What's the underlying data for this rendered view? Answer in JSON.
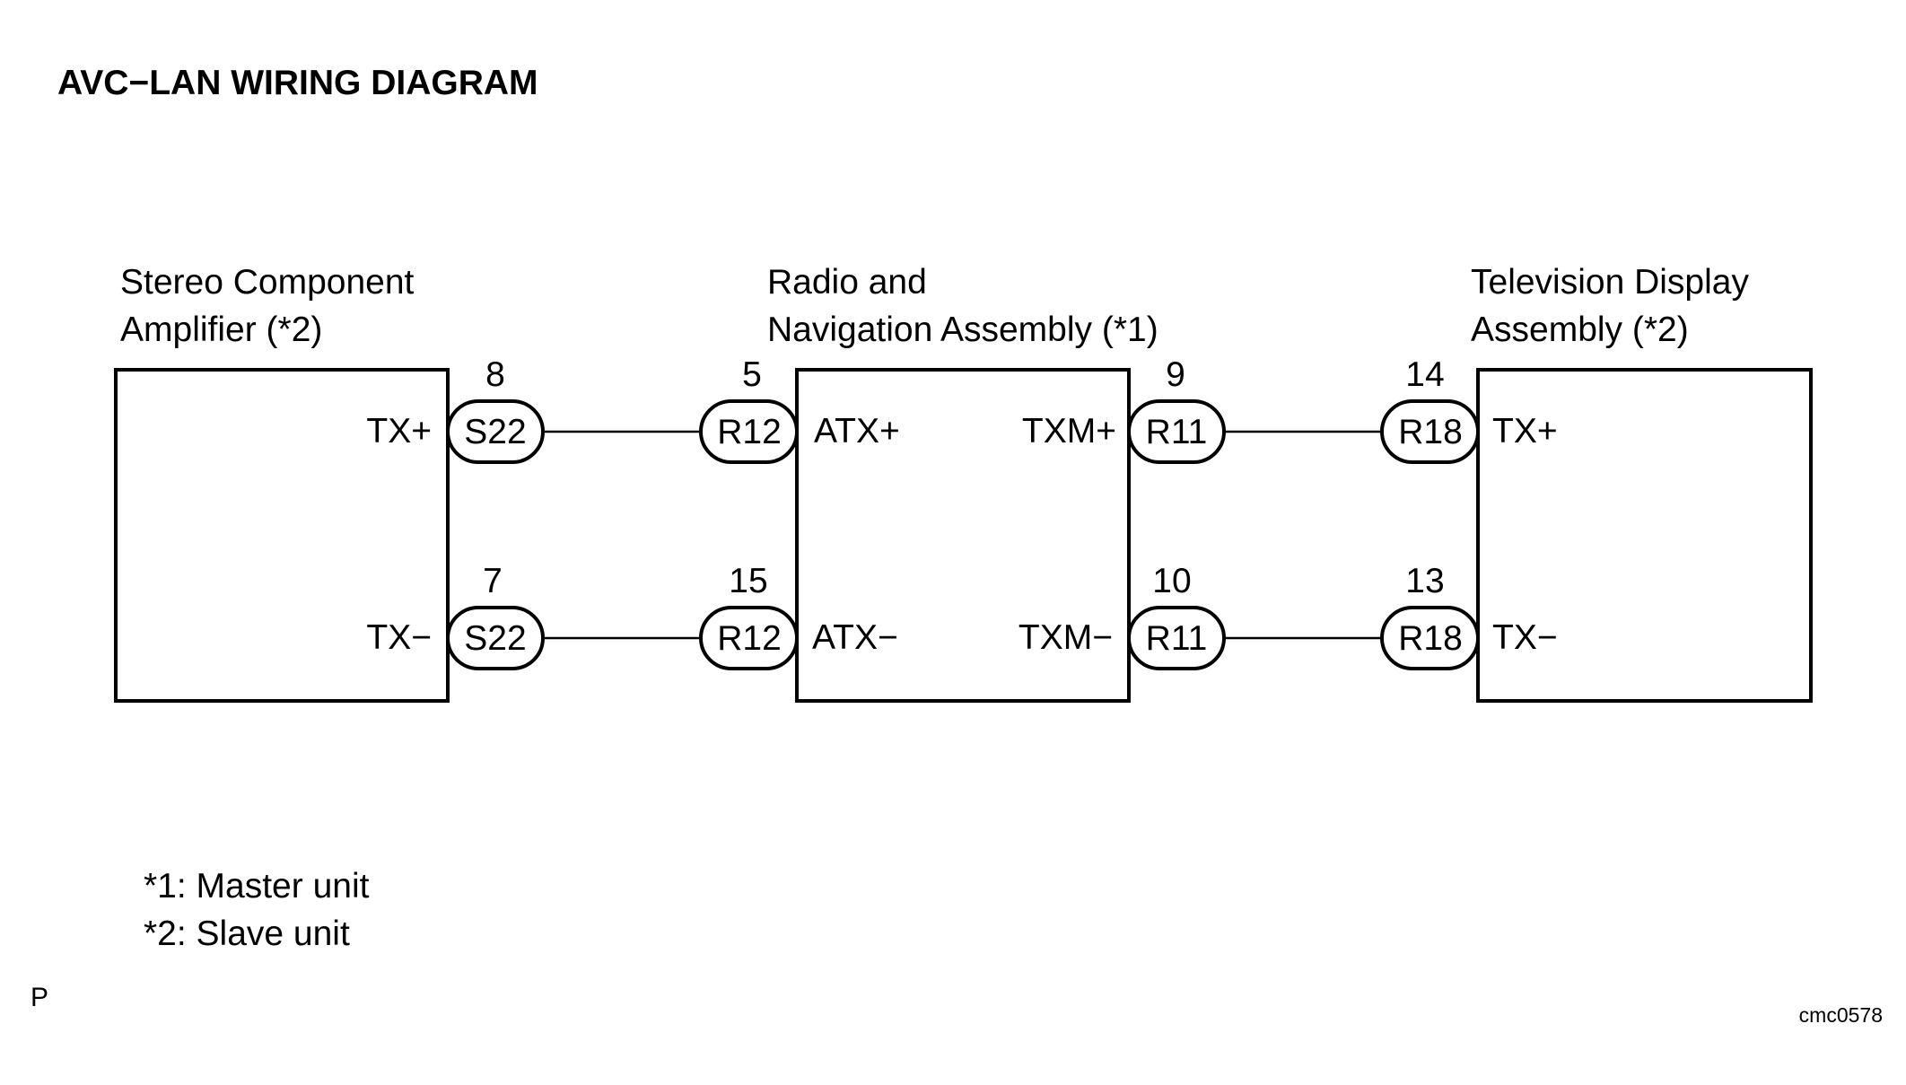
{
  "title": "AVC−LAN WIRING DIAGRAM",
  "components": {
    "amplifier": {
      "name_line1": "Stereo Component",
      "name_line2": "Amplifier (*2)",
      "pins": {
        "plus": {
          "label": "TX+",
          "connector": "S22",
          "number": "8"
        },
        "minus": {
          "label": "TX−",
          "connector": "S22",
          "number": "7"
        }
      }
    },
    "radio": {
      "name_line1": "Radio and",
      "name_line2": "Navigation Assembly (*1)",
      "left_pins": {
        "plus": {
          "label": "ATX+",
          "connector": "R12",
          "number": "5"
        },
        "minus": {
          "label": "ATX−",
          "connector": "R12",
          "number": "15"
        }
      },
      "right_pins": {
        "plus": {
          "label": "TXM+",
          "connector": "R11",
          "number": "9"
        },
        "minus": {
          "label": "TXM−",
          "connector": "R11",
          "number": "10"
        }
      }
    },
    "display": {
      "name_line1": "Television Display",
      "name_line2": "Assembly (*2)",
      "pins": {
        "plus": {
          "label": "TX+",
          "connector": "R18",
          "number": "14"
        },
        "minus": {
          "label": "TX−",
          "connector": "R18",
          "number": "13"
        }
      }
    }
  },
  "notes": {
    "note1": "*1: Master unit",
    "note2": "*2: Slave unit"
  },
  "corner_letter": "P",
  "figure_code": "cmc0578"
}
